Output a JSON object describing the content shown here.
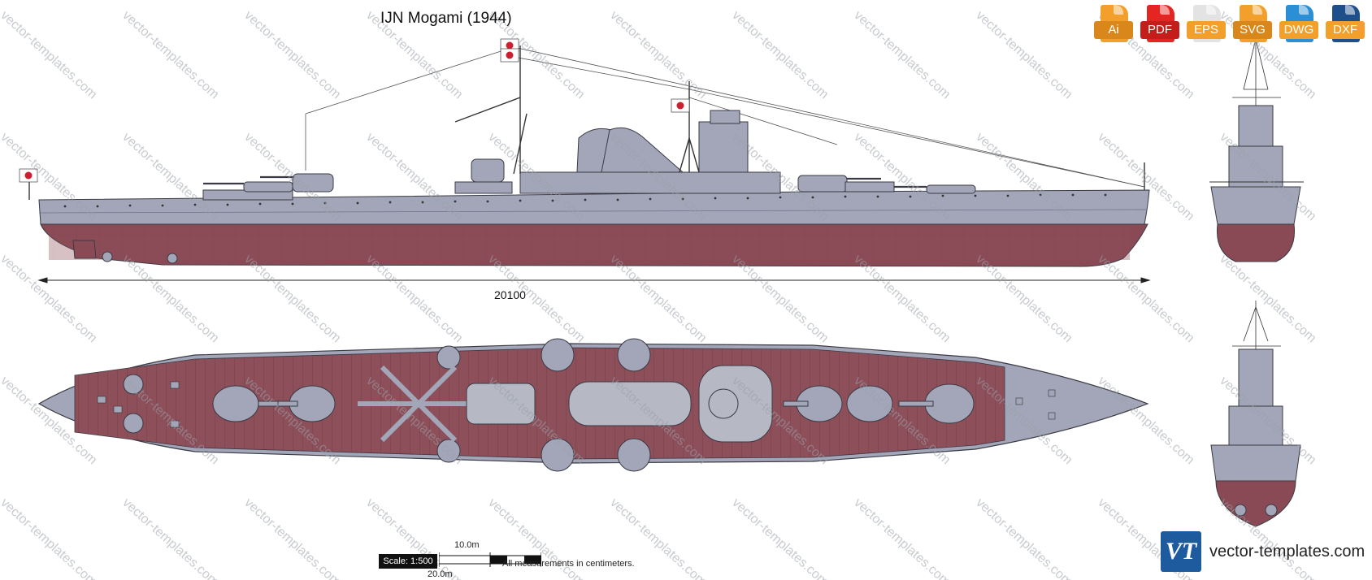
{
  "title": "IJN Mogami (1944)",
  "dimension": {
    "length_label": "20100"
  },
  "formats": [
    {
      "label": "Ai",
      "color": "#f2a02b",
      "icon": "ai-file-icon"
    },
    {
      "label": "PDF",
      "color": "#e52521",
      "icon": "pdf-file-icon"
    },
    {
      "label": "EPS",
      "color": "#f2a02b",
      "icon": "eps-file-icon"
    },
    {
      "label": "SVG",
      "color": "#f2a02b",
      "icon": "svg-file-icon"
    },
    {
      "label": "DWG",
      "color": "#2b8fd6",
      "icon": "dwg-file-icon"
    },
    {
      "label": "DXF",
      "color": "#1e4f8a",
      "icon": "dxf-file-icon"
    }
  ],
  "scale": {
    "box_label": "Scale: 1:500",
    "ten_label": "10.0m",
    "twenty_label": "20.0m"
  },
  "note": "All measurements in centimeters.",
  "watermark": "vector-templates.com",
  "brand": {
    "logo_text": "VT",
    "name": "vector-templates.com"
  },
  "colors": {
    "hull_grey": "#a2a6b8",
    "hull_red": "#8a4a55",
    "deck_wood": "#8d4f5a",
    "outline": "#3a3a44",
    "flag_red": "#cc2030"
  }
}
